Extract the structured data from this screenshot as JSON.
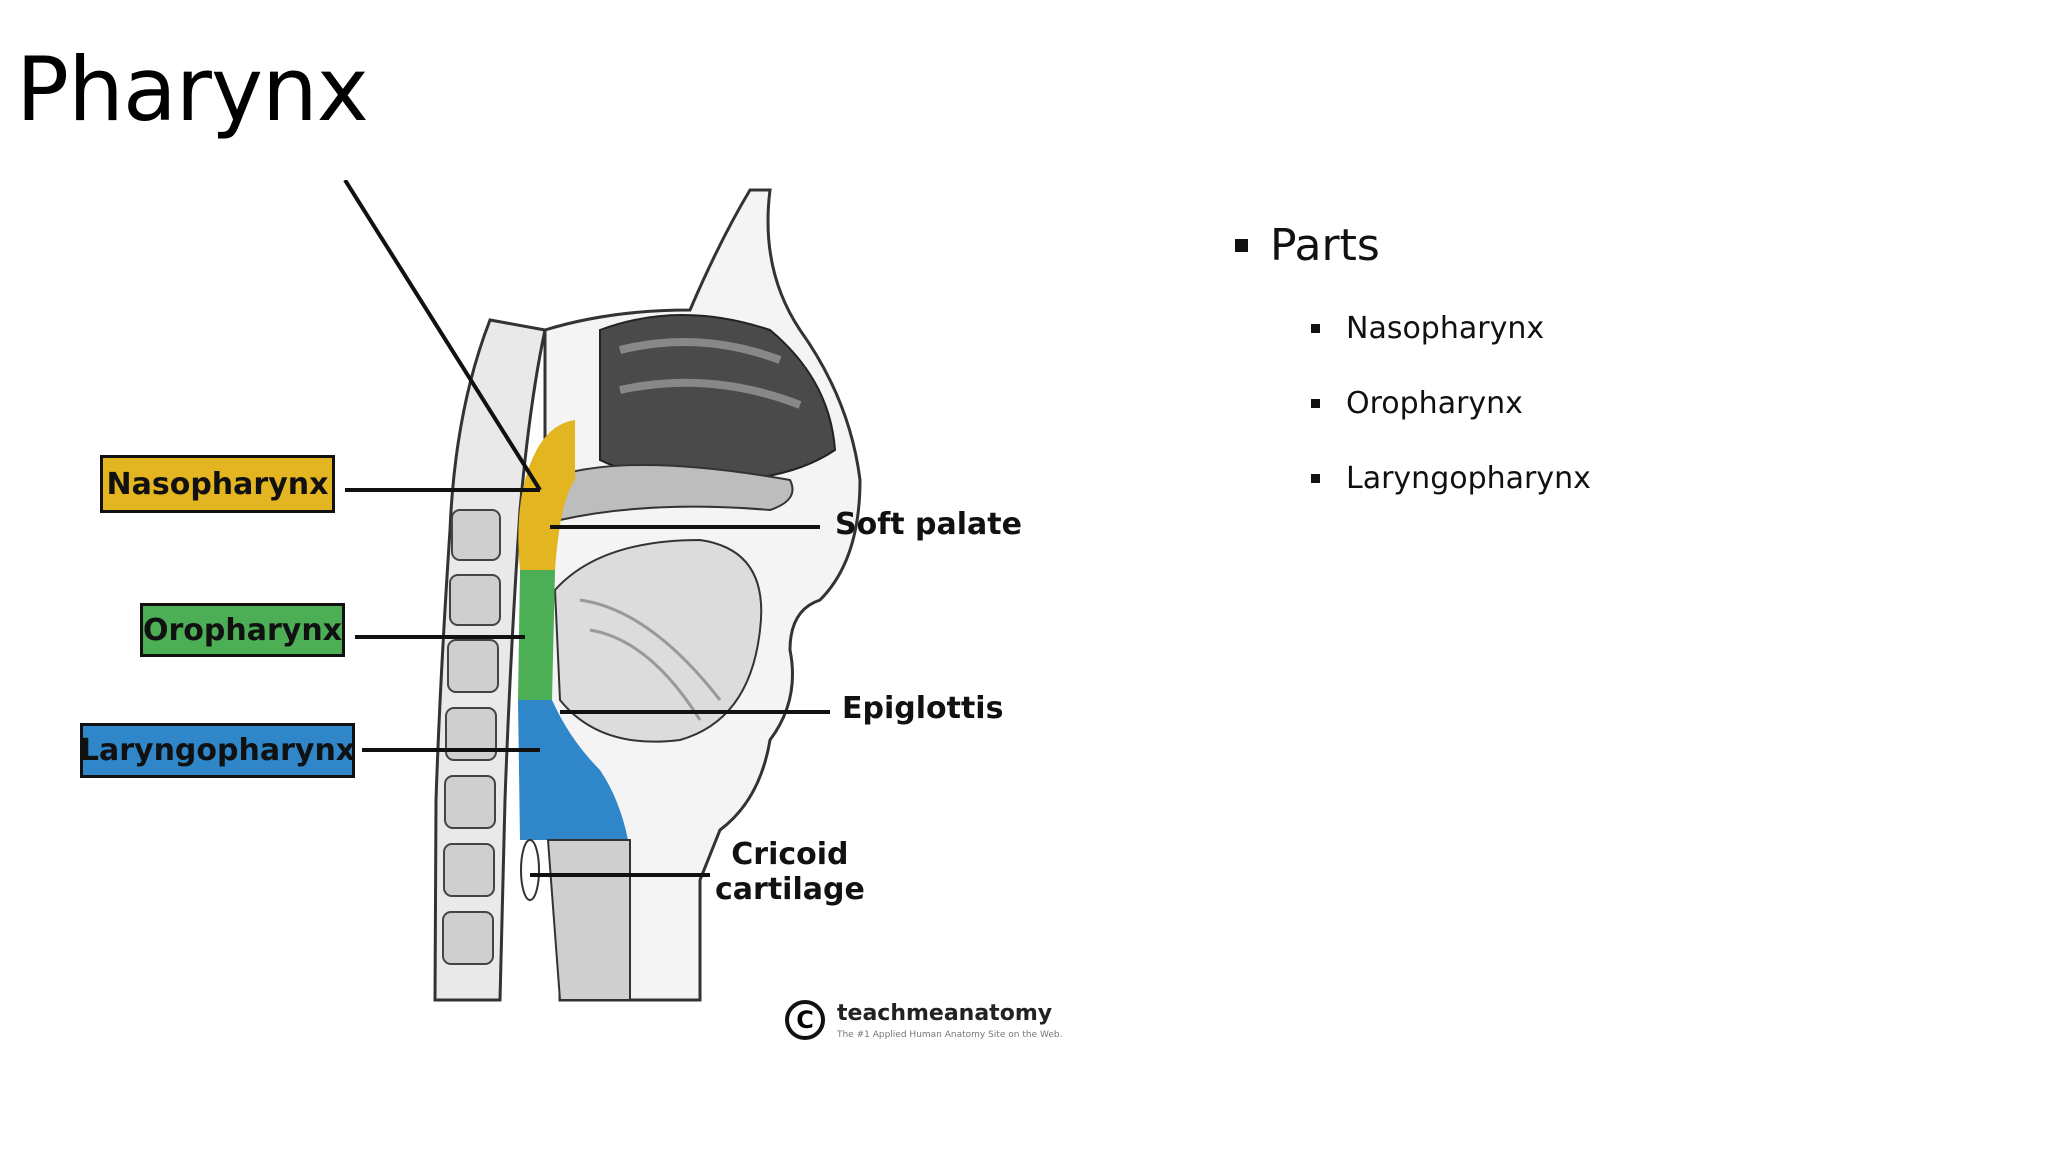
{
  "slide": {
    "title": "Pharynx"
  },
  "bullets": {
    "heading": "Parts",
    "items": [
      "Nasopharynx",
      "Oropharynx",
      "Laryngopharynx"
    ]
  },
  "figure": {
    "labels": {
      "nasopharynx": "Nasopharynx",
      "oropharynx": "Oropharynx",
      "laryngopharynx": "Laryngopharynx"
    },
    "callouts": {
      "soft_palate": "Soft palate",
      "epiglottis": "Epiglottis",
      "cricoid_line1": "Cricoid",
      "cricoid_line2": "cartilage"
    },
    "colors": {
      "nasopharynx": "#e3b520",
      "oropharynx": "#4cae55",
      "laryngopharynx": "#2f86c8"
    },
    "watermark": {
      "name": "teachmeanatomy",
      "tagline": "The #1 Applied Human Anatomy Site on the Web."
    }
  }
}
